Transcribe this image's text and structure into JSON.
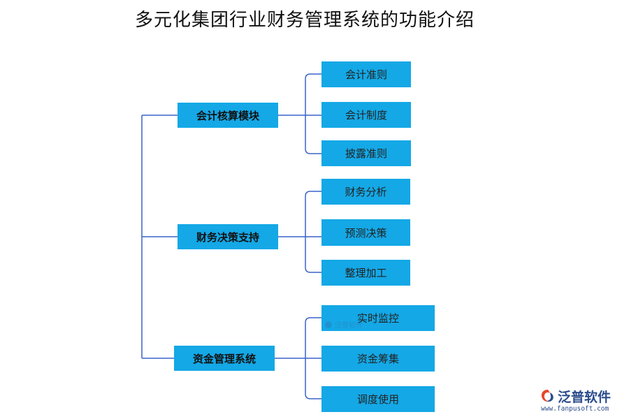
{
  "title": "多元化集团行业财务管理系统的功能介绍",
  "colors": {
    "box": "#14a8e6",
    "line": "#3a63c8",
    "brand": "#2b4c8c"
  },
  "modules": [
    {
      "label": "会计核算模块",
      "children": [
        "会计准则",
        "会计制度",
        "披露准则"
      ]
    },
    {
      "label": "财务决策支持",
      "children": [
        "财务分析",
        "预测决策",
        "整理加工"
      ]
    },
    {
      "label": "资金管理系统",
      "children": [
        "实时监控",
        "资金筹集",
        "调度使用"
      ]
    }
  ],
  "watermark": {
    "text": "泛普软件"
  },
  "brand": {
    "name": "泛普软件",
    "url": "www.fanpusoft.com",
    "icon": "fanpu-logo-icon"
  }
}
